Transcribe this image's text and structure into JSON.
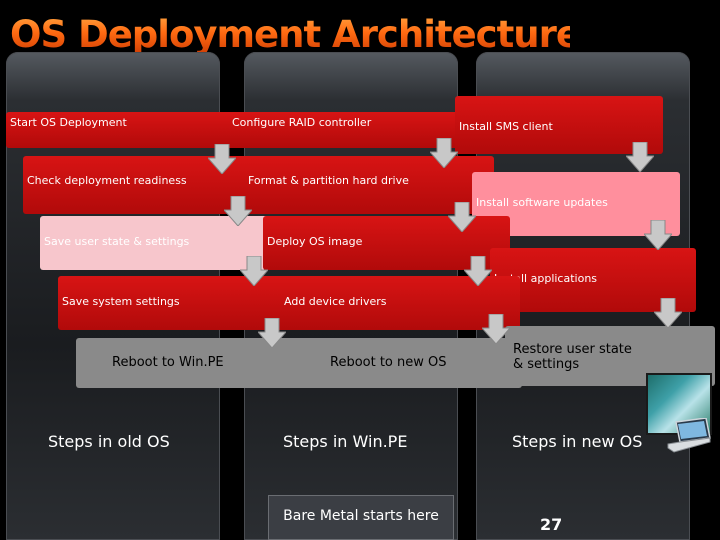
{
  "title": "OS Deployment Architecture",
  "steps": {
    "start_os_deployment": "Start OS Deployment",
    "configure_raid": "Configure RAID controller",
    "install_sms_client": "Install SMS client",
    "check_readiness": "Check deployment readiness",
    "format_partition": "Format & partition hard drive",
    "install_updates": "Install software updates",
    "save_user_state": "Save user state & settings",
    "deploy_os_image": "Deploy OS image",
    "install_applications": "Install applications",
    "save_system_settings": "Save system settings",
    "add_device_drivers": "Add device drivers",
    "reboot_winpe": "Reboot to Win.PE",
    "reboot_new_os": "Reboot to new OS",
    "restore_user_state": "Restore user state & settings"
  },
  "columns": {
    "old_os": "Steps in old OS",
    "winpe": "Steps in Win.PE",
    "new_os": "Steps in new OS"
  },
  "bare_metal_note": "Bare Metal starts here",
  "page_number": "27",
  "colors": {
    "step_red": "#d81414",
    "step_pink": "#f7c6cc",
    "step_lightpink": "#ff8f9d",
    "step_gray": "#8a8a8a",
    "title_orange": "#ff6a12"
  }
}
